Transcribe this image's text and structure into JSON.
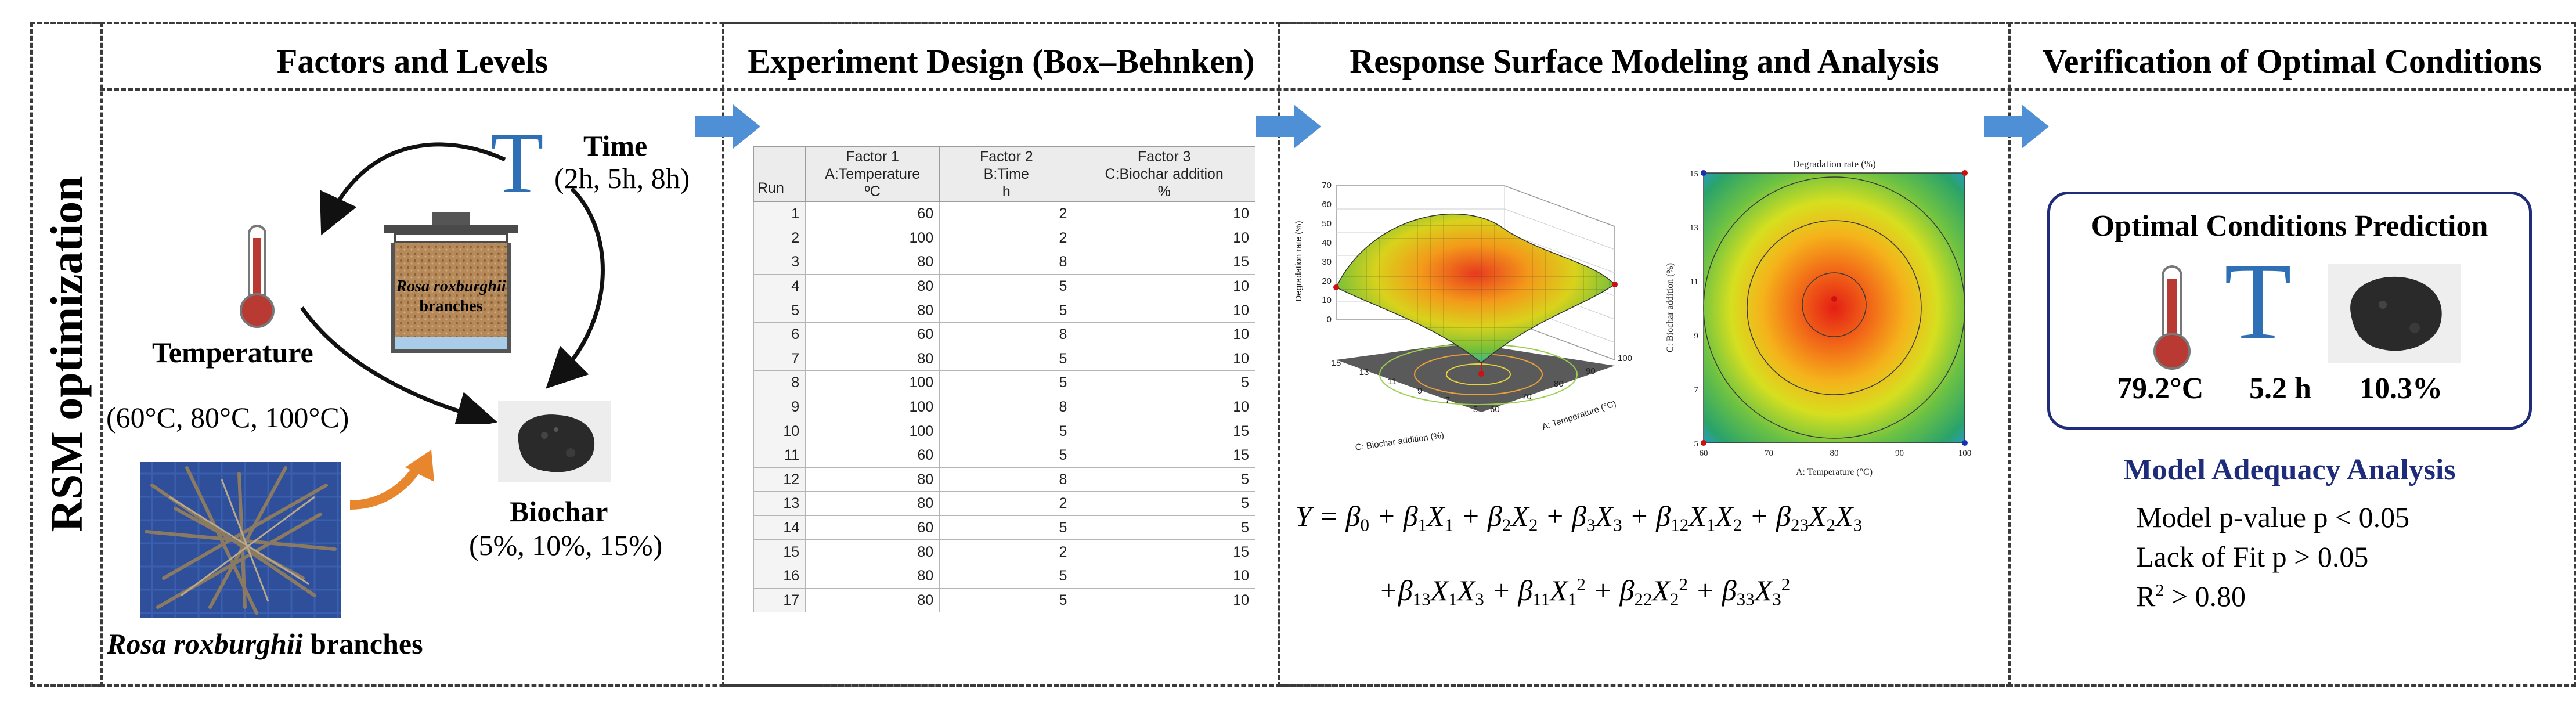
{
  "side_label": "RSM optimization",
  "sections": {
    "factors": {
      "title": "Factors and Levels",
      "time_label": "Time",
      "time_levels": "(2h, 5h, 8h)",
      "time_icon_letter": "T",
      "temperature_label": "Temperature",
      "temperature_levels": "(60°C, 80°C, 100°C)",
      "biochar_label": "Biochar",
      "biochar_levels": "(5%, 10%, 15%)",
      "vessel_label_line1": "Rosa roxburghii",
      "vessel_label_line2": "branches",
      "branches_caption_italic": "Rosa roxburghii",
      "branches_caption_rest": " branches"
    },
    "design": {
      "title": "Experiment Design (Box–Behnken)",
      "headers": {
        "run": "Run",
        "f1_line1": "Factor 1",
        "f1_line2": "A:Temperature",
        "f1_line3": "ºC",
        "f2_line1": "Factor 2",
        "f2_line2": "B:Time",
        "f2_line3": "h",
        "f3_line1": "Factor 3",
        "f3_line2": "C:Biochar addition",
        "f3_line3": "%"
      },
      "rows": [
        [
          "1",
          "60",
          "2",
          "10"
        ],
        [
          "2",
          "100",
          "2",
          "10"
        ],
        [
          "3",
          "80",
          "8",
          "15"
        ],
        [
          "4",
          "80",
          "5",
          "10"
        ],
        [
          "5",
          "80",
          "5",
          "10"
        ],
        [
          "6",
          "60",
          "8",
          "10"
        ],
        [
          "7",
          "80",
          "5",
          "10"
        ],
        [
          "8",
          "100",
          "5",
          "5"
        ],
        [
          "9",
          "100",
          "8",
          "10"
        ],
        [
          "10",
          "100",
          "5",
          "15"
        ],
        [
          "11",
          "60",
          "5",
          "15"
        ],
        [
          "12",
          "80",
          "8",
          "5"
        ],
        [
          "13",
          "80",
          "2",
          "5"
        ],
        [
          "14",
          "60",
          "5",
          "5"
        ],
        [
          "15",
          "80",
          "2",
          "15"
        ],
        [
          "16",
          "80",
          "5",
          "10"
        ],
        [
          "17",
          "80",
          "5",
          "10"
        ]
      ]
    },
    "rsm": {
      "title": "Response Surface Modeling and Analysis",
      "surface": {
        "z_axis_label": "Degradation rate (%)",
        "z_ticks": [
          "0",
          "10",
          "20",
          "30",
          "40",
          "50",
          "60",
          "70"
        ],
        "x_axis_label": "C: Biochar addition (%)",
        "x_ticks": [
          "15",
          "13",
          "11",
          "9",
          "7",
          "5"
        ],
        "y_axis_label": "A: Temperature (°C)",
        "y_ticks": [
          "60",
          "70",
          "80",
          "90",
          "100"
        ]
      },
      "contour": {
        "title": "Degradation rate (%)",
        "x_axis_label": "A: Temperature (°C)",
        "x_ticks": [
          "60",
          "70",
          "80",
          "90",
          "100"
        ],
        "y_axis_label": "C: Biochar addition (%)",
        "y_ticks": [
          "15",
          "13",
          "11",
          "9",
          "7",
          "5"
        ]
      }
    },
    "verify": {
      "title": "Verification of Optimal Conditions",
      "box_title": "Optimal Conditions Prediction",
      "temp_value": "79.2°C",
      "time_value": "5.2 h",
      "biochar_value": "10.3%",
      "time_icon_letter": "T",
      "adequacy_title": "Model Adequacy Analysis",
      "line1": "Model p-value p < 0.05",
      "line2": "Lack of Fit p > 0.05",
      "line3_prefix": "R",
      "line3_sup": "2",
      "line3_suffix": " > 0.80"
    }
  },
  "colors": {
    "arrow_blue": "#4f8fd6",
    "dark_navy": "#1f2c7a",
    "thermo_red": "#b83a33",
    "t_blue": "#2f6fb5",
    "orange_arrow": "#e8862e"
  }
}
